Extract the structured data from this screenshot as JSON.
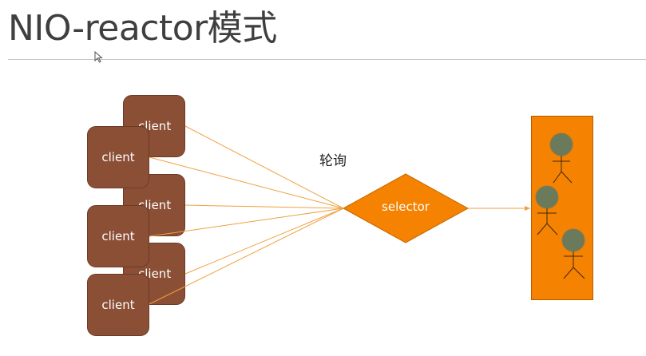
{
  "slide": {
    "title": "NIO-reactor模式"
  },
  "diagram": {
    "clients": [
      {
        "label": "client"
      },
      {
        "label": "client"
      },
      {
        "label": "client"
      },
      {
        "label": "client"
      },
      {
        "label": "client"
      },
      {
        "label": "client"
      }
    ],
    "poll_label": "轮询",
    "selector_label": "selector",
    "worker_count": 3,
    "colors": {
      "client_fill": "#8b4f36",
      "arrow": "#f0a040",
      "selector_fill": "#f58200",
      "worker_head": "#6b7a5a"
    }
  }
}
